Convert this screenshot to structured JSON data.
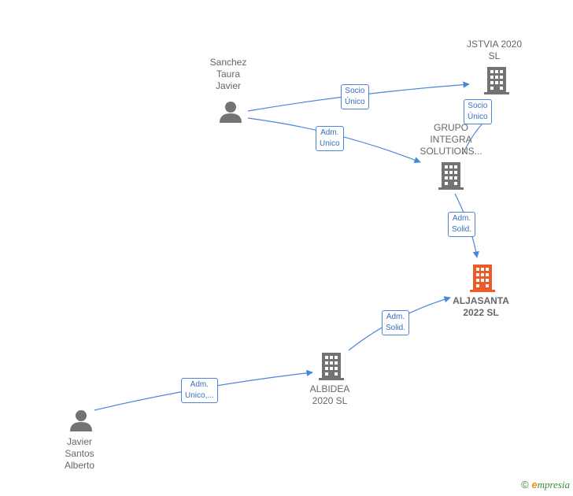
{
  "colors": {
    "edge": "#4a86d8",
    "node": "#737373",
    "focus_node": "#f05a28"
  },
  "nodes": {
    "sanchez": {
      "label": "Sanchez\nTaura\nJavier",
      "icon": "person-icon"
    },
    "jstvia": {
      "label": "JSTVIA 2020\nSL",
      "icon": "building-icon"
    },
    "grupo": {
      "label": "GRUPO\nINTEGRA\nSOLUTIONS...",
      "icon": "building-icon"
    },
    "aljasanta": {
      "label": "ALJASANTA\n2022  SL",
      "icon": "building-icon"
    },
    "albidea": {
      "label": "ALBIDEA\n2020  SL",
      "icon": "building-icon"
    },
    "javier": {
      "label": "Javier\nSantos\nAlberto",
      "icon": "person-icon"
    }
  },
  "edges": {
    "sanchez_jstvia": {
      "label": "Socio\nÚnico"
    },
    "sanchez_grupo": {
      "label": "Adm.\nUnico"
    },
    "grupo_jstvia": {
      "label": "Socio\nÚnico"
    },
    "grupo_aljasanta": {
      "label": "Adm.\nSolid."
    },
    "albidea_aljasanta": {
      "label": "Adm.\nSolid."
    },
    "javier_albidea": {
      "label": "Adm.\nUnico,..."
    }
  },
  "footer": {
    "copyright": "©",
    "brand_initial": "e",
    "brand_rest": "mpresia"
  }
}
